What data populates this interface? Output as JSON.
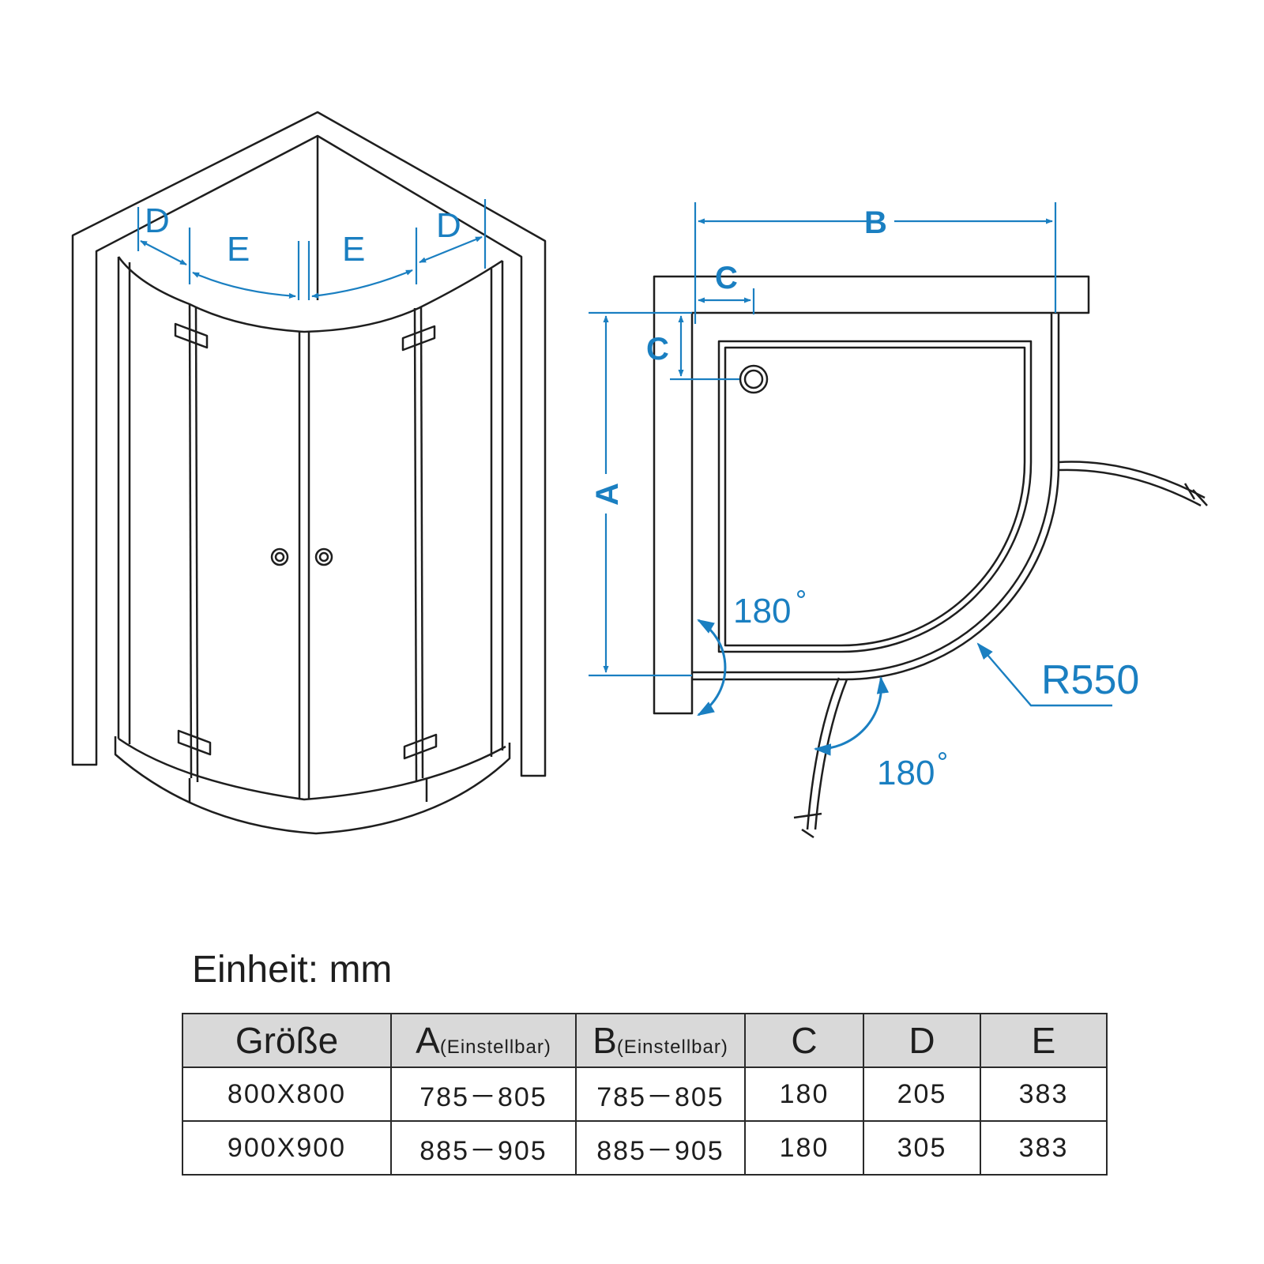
{
  "labels": {
    "D_left": "D",
    "E_left": "E",
    "E_right": "E",
    "D_right": "D",
    "B": "B",
    "C_top": "C",
    "C_side": "C",
    "A": "A",
    "angle_left": "180",
    "angle_bottom": "180",
    "radius": "R550"
  },
  "colors": {
    "dimension": "#1a7fc1",
    "line": "#1e1e1e",
    "header_bg": "#d9d9d9"
  },
  "unit_title": "Einheit: mm",
  "table": {
    "headers": [
      {
        "main": "Größe",
        "sub": ""
      },
      {
        "main": "A",
        "sub": "(Einstellbar)"
      },
      {
        "main": "B",
        "sub": "(Einstellbar)"
      },
      {
        "main": "C",
        "sub": ""
      },
      {
        "main": "D",
        "sub": ""
      },
      {
        "main": "E",
        "sub": ""
      }
    ],
    "rows": [
      [
        "800X800",
        "785－805",
        "785－805",
        "180",
        "205",
        "383"
      ],
      [
        "900X900",
        "885－905",
        "885－905",
        "180",
        "305",
        "383"
      ]
    ]
  }
}
